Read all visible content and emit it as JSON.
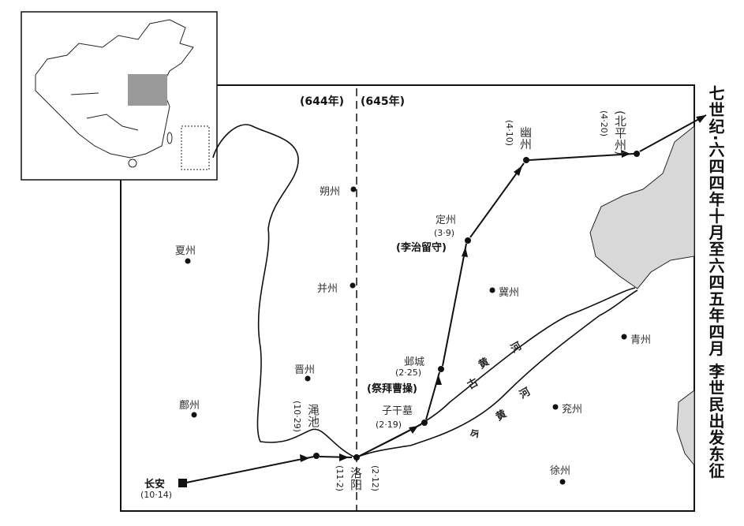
{
  "title": "七世纪·六四四年十月至六四五年四月 李世民出发东征",
  "year_labels": {
    "left": "(644年)",
    "right": "(645年)"
  },
  "cities": {
    "shuozhou": "朔州",
    "xiazhou": "夏州",
    "bingzhou": "并州",
    "jizhou": "冀州",
    "jinzhou": "晋州",
    "qingzhou": "青州",
    "fuzhou": "鄜州",
    "yanzhou": "兖州",
    "xuzhou": "徐州"
  },
  "route": {
    "changan": {
      "name": "长安",
      "date": "(10·14)"
    },
    "mianchi": {
      "name": "渑池",
      "date": "(10·29)"
    },
    "luoyang": {
      "name": "洛阳",
      "date_in": "(11·2)",
      "date_out": "(2·12)"
    },
    "ziganmu": {
      "name": "子干墓",
      "date": "(2·19)"
    },
    "yecheng": {
      "name": "邺城",
      "date": "(2·25)",
      "note": "(祭拜曹操)"
    },
    "dingzhou": {
      "name": "定州",
      "date": "(3·9)",
      "note": "(李治留守)"
    },
    "youzhou": {
      "name": "幽州",
      "date": "(4·10)"
    },
    "beipingzhou": {
      "name": "(北平州)",
      "date": "(4·20)"
    }
  },
  "rivers": {
    "ancient": [
      "古",
      "黄",
      "河"
    ],
    "modern": [
      "今",
      "黄",
      "河"
    ]
  }
}
